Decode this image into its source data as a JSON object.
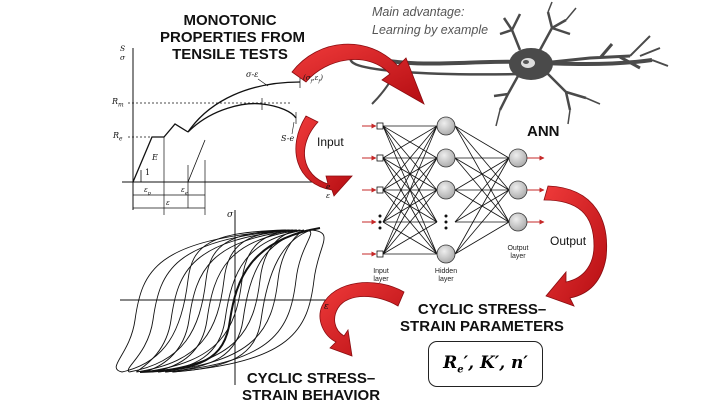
{
  "labels": {
    "monotonic_title": [
      "MONOTONIC",
      "PROPERTIES FROM",
      "TENSILE TESTS"
    ],
    "advantage": [
      "Main advantage:",
      "Learning by example"
    ],
    "ann": "ANN",
    "input_arrow": "Input",
    "output_arrow": "Output",
    "cyclic_parameters": [
      "CYCLIC STRESS–",
      "STRAIN PARAMETERS"
    ],
    "cyclic_behavior": [
      "CYCLIC STRESS–",
      "STRAIN BEHAVIOR"
    ],
    "input_layer": [
      "Input",
      "layer"
    ],
    "hidden_layer": [
      "Hidden",
      "layer"
    ],
    "output_layer": [
      "Output",
      "layer"
    ]
  },
  "tensile_chart": {
    "y_axis": [
      "S",
      "σ"
    ],
    "x_axis": [
      "e",
      "ε"
    ],
    "rm": "R",
    "rm_sub": "m",
    "re": "R",
    "re_sub": "e",
    "modulus": "E",
    "slope_unit": "1",
    "sigma_eps": "σ-ε",
    "fracture": "(σ",
    "fracture_mid": "f",
    "fracture_eps": ",ε",
    "fracture_end": ")",
    "s_e": "S-e",
    "eps_p": "ε",
    "eps_p_sub": "p",
    "eps_e": "ε",
    "eps_e_sub": "e",
    "eps_total": "ε"
  },
  "hysteresis_chart": {
    "y_axis": "σ",
    "x_axis": "ε"
  },
  "network": {
    "input_nodes": 5,
    "hidden_nodes": 5,
    "output_nodes": 3
  },
  "parameters": {
    "re": "R",
    "re_sub": "e",
    "rest": "′, K′, n′"
  },
  "colors": {
    "arrow_red": "#d8141a",
    "arrow_dark": "#8a0c10",
    "node_fill": "#c9c9c9",
    "line": "#111111"
  }
}
